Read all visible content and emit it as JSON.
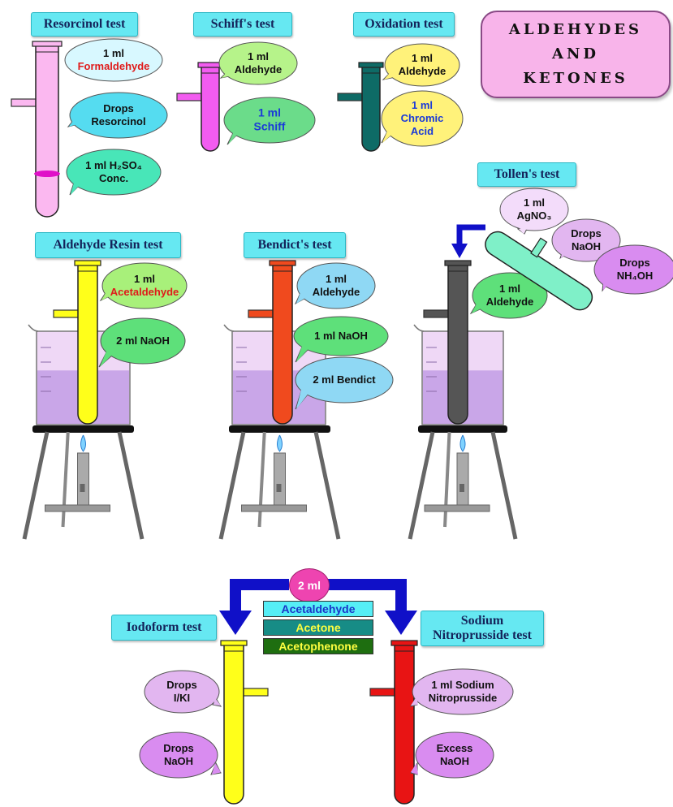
{
  "title": {
    "line1": "ALDEHYDES",
    "line2": "AND",
    "line3": "KETONES"
  },
  "tests": {
    "resorcinol": "Resorcinol test",
    "schiff": "Schiff's test",
    "oxidation": "Oxidation test",
    "tollen": "Tollen's test",
    "resin": "Aldehyde Resin test",
    "bendict": "Bendict's test",
    "iodoform": "Iodoform test",
    "nitroprusside": [
      "Sodium",
      "Nitroprusside test"
    ]
  },
  "bubbles": {
    "resorcinol_1": [
      "1 ml",
      "Formaldehyde"
    ],
    "resorcinol_2": [
      "Drops",
      "Resorcinol"
    ],
    "resorcinol_3": [
      "1 ml H2SO4",
      "Conc."
    ],
    "schiff_1": [
      "1 ml",
      "Aldehyde"
    ],
    "schiff_2": [
      "1 ml",
      "Schiff"
    ],
    "oxidation_1": [
      "1 ml",
      "Aldehyde"
    ],
    "oxidation_2": [
      "1 ml",
      "Chromic",
      "Acid"
    ],
    "tollen_1": [
      "1 ml",
      "AgNO3"
    ],
    "tollen_2": [
      "Drops",
      "NaOH"
    ],
    "tollen_3": [
      "Drops",
      "NH4OH"
    ],
    "tollen_4": [
      "1 ml",
      "Aldehyde"
    ],
    "resin_1": [
      "1 ml",
      "Acetaldehyde"
    ],
    "resin_2": [
      "2 ml NaOH"
    ],
    "bendict_1": [
      "1 ml",
      "Aldehyde"
    ],
    "bendict_2": [
      "1 ml NaOH"
    ],
    "bendict_3": [
      "2 ml Bendict"
    ],
    "iodoform_1": [
      "Drops",
      "I/KI"
    ],
    "iodoform_2": [
      "Drops",
      "NaOH"
    ],
    "nitro_1": [
      "1 ml Sodium",
      "Nitroprusside"
    ],
    "nitro_2": [
      "Excess",
      "NaOH"
    ]
  },
  "center": {
    "volume": "2 ml",
    "samples": [
      "Acetaldehyde",
      "Acetone",
      "Acetophenone"
    ]
  },
  "colors": {
    "label_bg": "#66e8f2",
    "title_bg": "#f8b4ea",
    "tube_resorcinol": "#fbb8f0",
    "tube_schiff": "#f25cf0",
    "tube_oxidation": "#0e6b66",
    "tube_resin": "#ffff1a",
    "tube_bendict": "#f04a1e",
    "tube_tollen": "#555555",
    "tube_tollen_side": "#7ff0c8",
    "tube_iodoform": "#ffff1a",
    "tube_nitro": "#e81414",
    "arrow": "#1010c8"
  },
  "icons": [
    "test-tube-icon",
    "beaker-icon",
    "tripod-stand-icon",
    "bunsen-burner-icon",
    "flame-icon",
    "arrow-icon"
  ]
}
